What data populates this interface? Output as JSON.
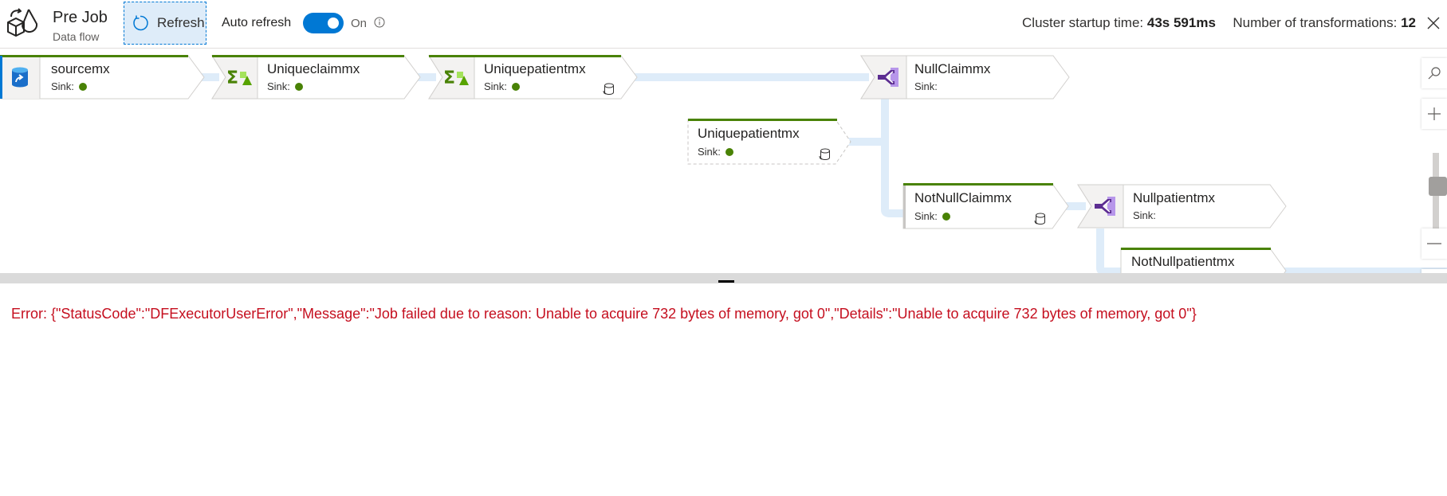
{
  "header": {
    "title": "Pre Job",
    "subtitle": "Data flow",
    "logo_icon": "dataflow-shapes-icon",
    "refresh_label": "Refresh",
    "auto_refresh_label": "Auto refresh",
    "auto_refresh_state": "On",
    "auto_refresh_on": true,
    "cluster_startup_label": "Cluster startup time:",
    "cluster_startup_value": "43s 591ms",
    "transformations_label": "Number of transformations:",
    "transformations_value": "12",
    "close_icon": "close-icon"
  },
  "colors": {
    "accent": "#0078d4",
    "success": "#498205",
    "error": "#c50f1f",
    "link": "#deecf9",
    "aggregate_icon": "#57a300",
    "split_icon": "#8661c5"
  },
  "nodes": [
    {
      "id": "sourcemx",
      "name": "sourcemx",
      "sink_label": "Sink:",
      "sink_ok": true,
      "type": "source",
      "icon": "source-database-icon",
      "has_db_icon": false
    },
    {
      "id": "uniqueclaimmx",
      "name": "Uniqueclaimmx",
      "sink_label": "Sink:",
      "sink_ok": true,
      "type": "aggregate",
      "icon": "aggregate-icon",
      "has_db_icon": false
    },
    {
      "id": "uniquepatientmx",
      "name": "Uniquepatientmx",
      "sink_label": "Sink:",
      "sink_ok": true,
      "type": "aggregate",
      "icon": "aggregate-icon",
      "has_db_icon": true
    },
    {
      "id": "nullclaimmx",
      "name": "NullClaimmx",
      "sink_label": "Sink:",
      "sink_ok": false,
      "type": "conditional-split",
      "icon": "conditional-split-icon",
      "has_db_icon": false
    },
    {
      "id": "uniquepatientmx-ref",
      "name": "Uniquepatientmx",
      "sink_label": "Sink:",
      "sink_ok": true,
      "type": "reference",
      "icon": "",
      "has_db_icon": true
    },
    {
      "id": "notnullclaimmx",
      "name": "NotNullClaimmx",
      "sink_label": "Sink:",
      "sink_ok": true,
      "type": "stream",
      "icon": "",
      "has_db_icon": true
    },
    {
      "id": "nullpatientmx",
      "name": "Nullpatientmx",
      "sink_label": "Sink:",
      "sink_ok": false,
      "type": "conditional-split",
      "icon": "conditional-split-icon",
      "has_db_icon": false
    },
    {
      "id": "notnullpatientmx",
      "name": "NotNullpatientmx",
      "sink_label": "",
      "sink_ok": false,
      "type": "stream",
      "icon": "",
      "has_db_icon": false
    }
  ],
  "zoom_controls": {
    "search_icon": "search-icon",
    "zoom_in_icon": "plus-icon",
    "zoom_out_icon": "minus-icon",
    "fit_icon": "fit-to-screen-icon"
  },
  "error": {
    "text": "Error: {\"StatusCode\":\"DFExecutorUserError\",\"Message\":\"Job failed due to reason: Unable to acquire 732 bytes of memory, got 0\",\"Details\":\"Unable to acquire 732 bytes of memory, got 0\"}"
  }
}
